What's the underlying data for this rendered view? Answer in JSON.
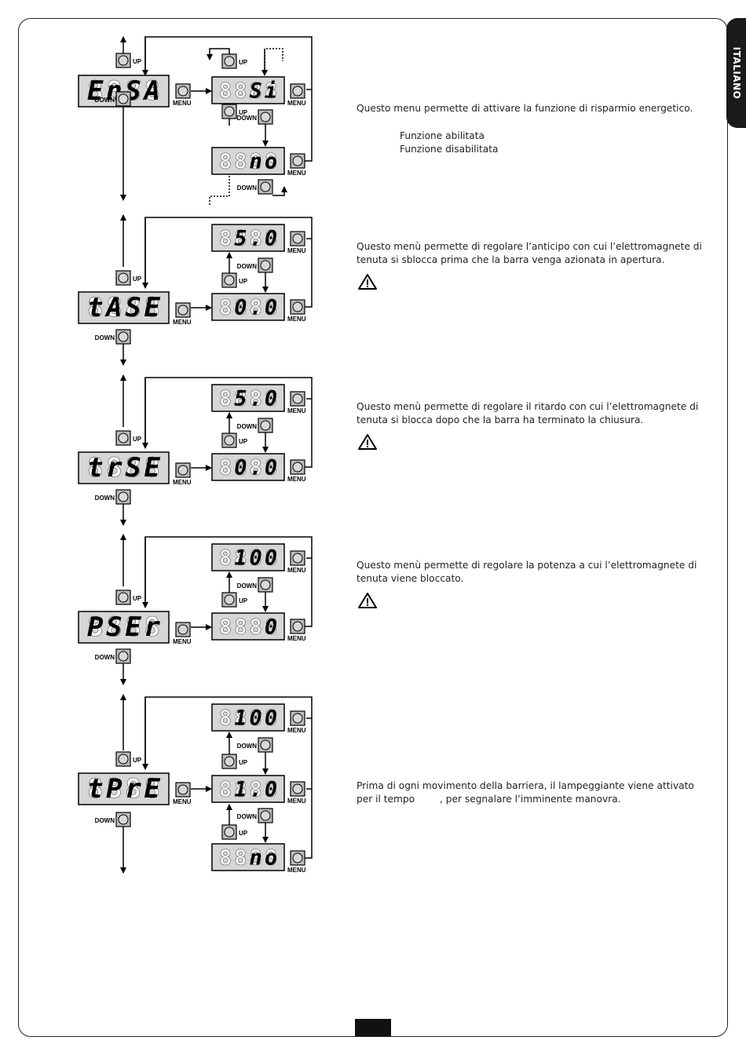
{
  "side_tab": "ITALIANO",
  "buttons": {
    "up": "UP",
    "down": "DOWN",
    "menu": "MENU"
  },
  "sections": [
    {
      "display": "EnSA",
      "description": "Questo menu permette di attivare la funzione di risparmio energetico.",
      "options": [
        "Funzione abilitata",
        "Funzione disabilitata"
      ],
      "values": [
        "Si",
        "no"
      ],
      "warning": false
    },
    {
      "display": "tASE",
      "description": "Questo menù permette di regolare l’anticipo con cui l’elettromagnete di tenuta si sblocca prima che la barra venga azionata in apertura.",
      "values": [
        "5.0",
        "0.0"
      ],
      "warning": true
    },
    {
      "display": "trSE",
      "description": "Questo menù permette di regolare il ritardo con cui l’elettromagnete di tenuta si blocca dopo che la barra ha terminato la chiusura.",
      "values": [
        "5.0",
        "0.0"
      ],
      "warning": true
    },
    {
      "display": "PSEr",
      "description": "Questo menù permette di regolare la potenza a cui l’elettromagnete di tenuta viene bloccato.",
      "values": [
        "100",
        "0"
      ],
      "warning": true
    },
    {
      "display": "tPrE",
      "description_parts": [
        "Prima di ogni movimento della barriera, il lampeggiante viene attivato per il tempo",
        ", per segnalare l’imminente manovra."
      ],
      "values": [
        "100",
        "1.0",
        "no"
      ],
      "warning": false
    }
  ]
}
